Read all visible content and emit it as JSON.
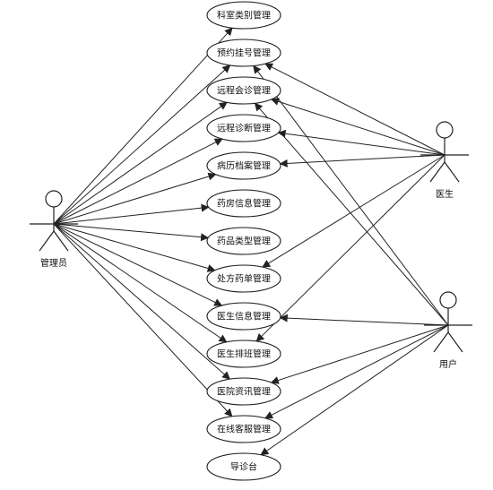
{
  "actors": [
    {
      "id": "admin",
      "label": "管理员"
    },
    {
      "id": "doctor",
      "label": "医生"
    },
    {
      "id": "user",
      "label": "用户"
    }
  ],
  "use_cases": [
    {
      "id": "uc1",
      "label": "科室类别管理"
    },
    {
      "id": "uc2",
      "label": "预约挂号管理"
    },
    {
      "id": "uc3",
      "label": "远程会诊管理"
    },
    {
      "id": "uc4",
      "label": "远程诊断管理"
    },
    {
      "id": "uc5",
      "label": "病历档案管理"
    },
    {
      "id": "uc6",
      "label": "药房信息管理"
    },
    {
      "id": "uc7",
      "label": "药品类型管理"
    },
    {
      "id": "uc8",
      "label": "处方药单管理"
    },
    {
      "id": "uc9",
      "label": "医生信息管理"
    },
    {
      "id": "uc10",
      "label": "医生排班管理"
    },
    {
      "id": "uc11",
      "label": "医院资讯管理"
    },
    {
      "id": "uc12",
      "label": "在线客服管理"
    },
    {
      "id": "uc13",
      "label": "导诊台"
    }
  ],
  "associations": [
    {
      "from": "admin",
      "to": "uc1"
    },
    {
      "from": "admin",
      "to": "uc2"
    },
    {
      "from": "admin",
      "to": "uc3"
    },
    {
      "from": "admin",
      "to": "uc4"
    },
    {
      "from": "admin",
      "to": "uc5"
    },
    {
      "from": "admin",
      "to": "uc6"
    },
    {
      "from": "admin",
      "to": "uc7"
    },
    {
      "from": "admin",
      "to": "uc8"
    },
    {
      "from": "admin",
      "to": "uc9"
    },
    {
      "from": "admin",
      "to": "uc10"
    },
    {
      "from": "admin",
      "to": "uc11"
    },
    {
      "from": "admin",
      "to": "uc12"
    },
    {
      "from": "doctor",
      "to": "uc2"
    },
    {
      "from": "doctor",
      "to": "uc3"
    },
    {
      "from": "doctor",
      "to": "uc4"
    },
    {
      "from": "doctor",
      "to": "uc5"
    },
    {
      "from": "doctor",
      "to": "uc8"
    },
    {
      "from": "doctor",
      "to": "uc10"
    },
    {
      "from": "user",
      "to": "uc2"
    },
    {
      "from": "user",
      "to": "uc3"
    },
    {
      "from": "user",
      "to": "uc9"
    },
    {
      "from": "user",
      "to": "uc11"
    },
    {
      "from": "user",
      "to": "uc12"
    },
    {
      "from": "user",
      "to": "uc13"
    }
  ]
}
